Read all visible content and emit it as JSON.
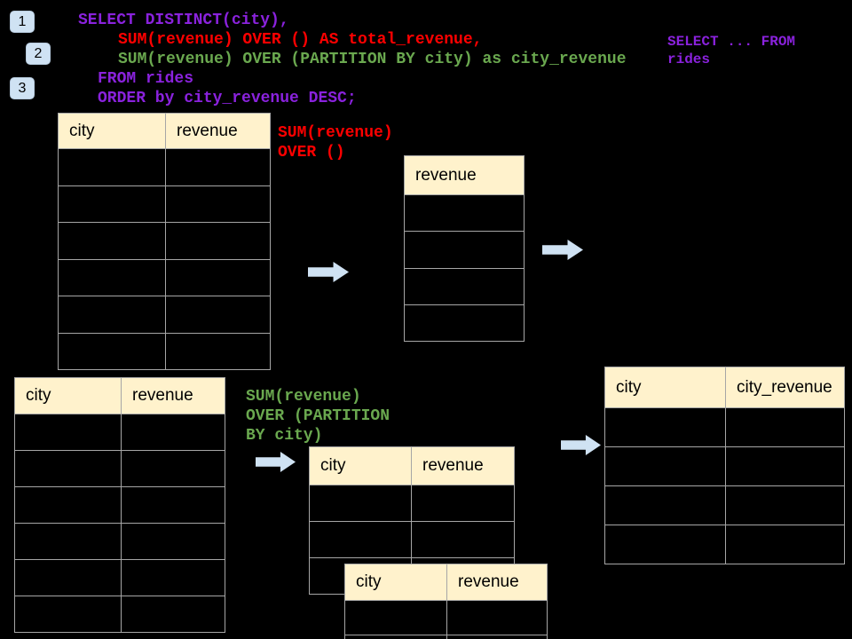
{
  "colors": {
    "background": "#000000",
    "sql_purple": "#8A22DD",
    "sql_red": "#FF0000",
    "sql_green": "#6AA84F",
    "table_header_fill": "#FFF2CC",
    "table_border": "#A6A6A6",
    "arrow_fill": "#CFE2F3",
    "badge_fill": "#CFE2F3"
  },
  "badges": [
    {
      "label": "1"
    },
    {
      "label": "2"
    },
    {
      "label": "3"
    }
  ],
  "sql": {
    "lines": [
      {
        "text": "SELECT DISTINCT(city),",
        "color": "purple"
      },
      {
        "text": "SUM(revenue) OVER () AS total_revenue,",
        "color": "red"
      },
      {
        "text": "SUM(revenue) OVER (PARTITION BY city) as city_revenue",
        "color": "green"
      },
      {
        "text": "FROM rides",
        "color": "purple"
      },
      {
        "text": "ORDER by city_revenue DESC;",
        "color": "purple"
      }
    ]
  },
  "side_note": {
    "line1": "SELECT ... FROM",
    "line2": "rides",
    "color": "purple"
  },
  "annotations": {
    "total": {
      "line1": "SUM(revenue)",
      "line2": "OVER ()",
      "color": "red"
    },
    "partition": {
      "line1": "SUM(revenue)",
      "line2": "OVER (PARTITION",
      "line3": "BY city)",
      "color": "green"
    }
  },
  "tables": {
    "source_top": {
      "col1": "city",
      "col2": "revenue",
      "rows": 6
    },
    "total_result": {
      "col1": "revenue",
      "rows": 4
    },
    "source_bottom": {
      "col1": "city",
      "col2": "revenue",
      "rows": 6
    },
    "partition_step1": {
      "col1": "city",
      "col2": "revenue",
      "rows": 3
    },
    "partition_step2": {
      "col1": "city",
      "col2": "revenue",
      "rows": 2
    },
    "city_result": {
      "col1": "city",
      "col2": "city_revenue",
      "rows": 4
    }
  }
}
